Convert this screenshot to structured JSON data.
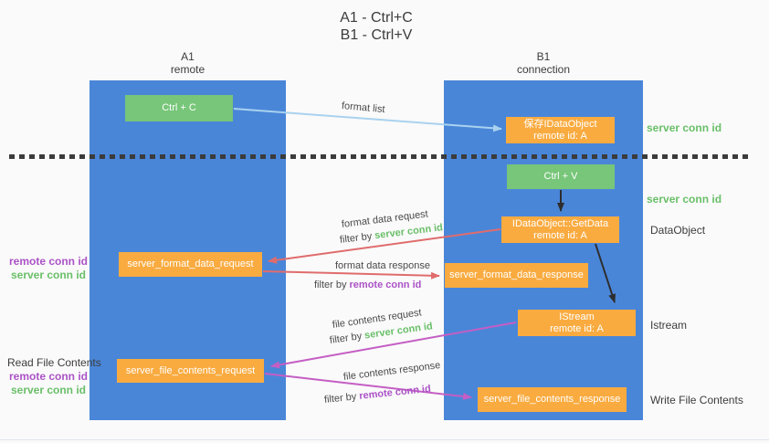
{
  "title": {
    "line1": "A1 - Ctrl+C",
    "line2": "B1 - Ctrl+V"
  },
  "lanes": {
    "a": {
      "name": "A1",
      "subtitle": "remote"
    },
    "b": {
      "name": "B1",
      "subtitle": "connection"
    }
  },
  "nodes": {
    "ctrl_c": "Ctrl + C",
    "ctrl_v": "Ctrl + V",
    "save_idataobject": {
      "line1": "保存IDataObject",
      "line2": "remote id: A"
    },
    "getdata": {
      "line1": "IDataObject::GetData",
      "line2": "remote id: A"
    },
    "istream": {
      "line1": "IStream",
      "line2": "remote id: A"
    },
    "server_format_data_request": "server_format_data_request",
    "server_format_data_response": "server_format_data_response",
    "server_file_contents_request": "server_file_contents_request",
    "server_file_contents_response": "server_file_contents_response"
  },
  "annotations": {
    "server_conn_id_top": "server conn id",
    "server_conn_id_mid": "server conn id",
    "dataobject": "DataObject",
    "istream": "Istream",
    "write_file_contents": "Write File Contents",
    "read_file_contents": "Read File Contents",
    "left_mid": {
      "remote": "remote conn id",
      "server": "server conn id"
    },
    "left_bottom": {
      "remote": "remote conn id",
      "server": "server conn id"
    }
  },
  "edge_labels": {
    "format_list": "format list",
    "format_data_request": "format data request",
    "filter_by_1": "filter by ",
    "filter_server_1": "server conn id",
    "format_data_response": "format data response",
    "filter_by_2": "filter by ",
    "filter_remote_2": "remote conn id",
    "file_contents_request": "file contents request",
    "filter_by_3": "filter by ",
    "filter_server_3": "server conn id",
    "file_contents_response": "file contents response",
    "filter_by_4": "filter by ",
    "filter_remote_4": "remote conn id"
  },
  "colors": {
    "lane_blue": "#4a86d8",
    "box_green": "#77c679",
    "box_orange": "#f9ab40",
    "text_green": "#6abf69",
    "text_purple": "#ab53c6",
    "arrow_red": "#e06c6c",
    "arrow_magenta": "#c45ec4",
    "arrow_lightblue": "#a9d2ef",
    "arrow_black": "#2d2d2d",
    "dash_line": "#3b3b3b"
  }
}
